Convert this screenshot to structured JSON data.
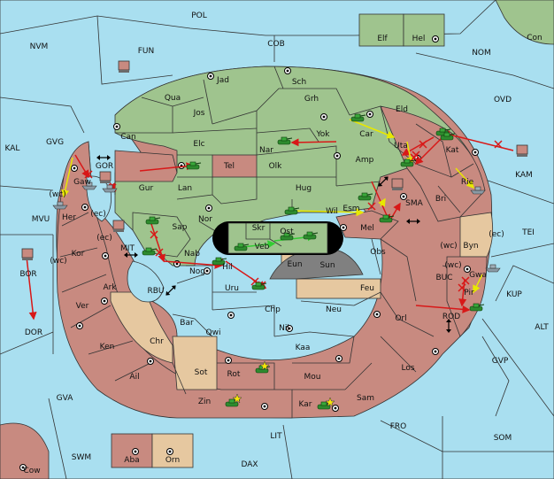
{
  "provinces": {
    "sea": [
      "POL",
      "NVM",
      "FUN",
      "COB",
      "NOM",
      "OVD",
      "Con",
      "KAL",
      "GVG",
      "GOR",
      "MVU",
      "MIT",
      "RBU",
      "BOR",
      "DOR",
      "KAM",
      "SMA",
      "TEI",
      "BUC",
      "KUP",
      "ROD",
      "ALT",
      "GVP",
      "GVA",
      "SOM",
      "FRO",
      "LIT",
      "SWM",
      "DAX",
      "Cow"
    ],
    "green": [
      "Elf",
      "Hel",
      "Jad",
      "Sch",
      "Qua",
      "Jos",
      "Grh",
      "Can",
      "Eld",
      "Elc",
      "Nar",
      "Yok",
      "Car",
      "Olk",
      "Amp",
      "Lan",
      "Hug",
      "Nor",
      "Skr",
      "Wil",
      "Esm",
      "Sap",
      "Veb",
      "Ost"
    ],
    "red": [
      "Tel",
      "Gur",
      "Uta",
      "Kat",
      "Rie",
      "Bri",
      "Mel",
      "Her",
      "Gaw",
      "Kor",
      "Ark",
      "Ver",
      "Ken",
      "Ail",
      "Zin",
      "Rot",
      "Kar",
      "Sam",
      "Mou",
      "Kaa",
      "Nil",
      "Chp",
      "Neu",
      "Orl",
      "Los",
      "Obs",
      "Nab",
      "Nog",
      "Hil",
      "Uru",
      "Bar",
      "Qwi",
      "Gwa",
      "Pir",
      "Aba"
    ],
    "tan": [
      "Eun",
      "Feu",
      "Chr",
      "Sot",
      "Byn",
      "Orn"
    ],
    "grey": [
      "Sun"
    ]
  },
  "coast_labels": [
    "(wc)",
    "(ec)",
    "(ec)",
    "(wc)",
    "(wc)",
    "(ec)",
    "(wc)"
  ],
  "colors": {
    "sea": "#a9dff0",
    "green": "#9fc48e",
    "red": "#c88a80",
    "tan": "#e6c8a0",
    "grey": "#808080",
    "arrow_red": "#d81818",
    "arrow_yellow": "#e8e800",
    "arrow_green": "#33cc33"
  },
  "icons": {
    "army": "tank-icon",
    "fleet": "ship-icon",
    "supply_center": "supply-center-icon",
    "retreat": "star-icon",
    "two_way": "double-arrow-icon"
  }
}
